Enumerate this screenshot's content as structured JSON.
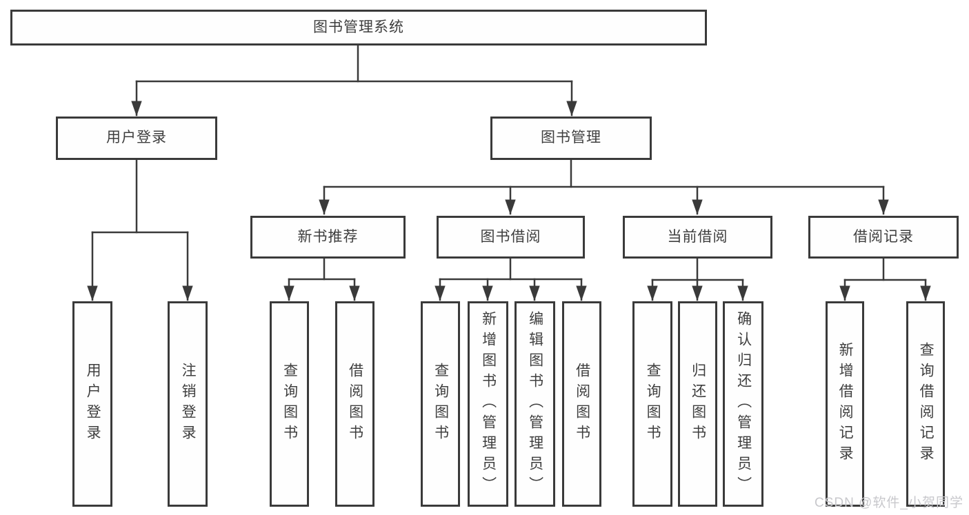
{
  "diagram": {
    "title_note": "functional structure chart",
    "line_color": "#3a3a3a",
    "text_color": "#3e3e3e",
    "box_background": "#fefefe",
    "root": {
      "label": "图书管理系统"
    },
    "level1": {
      "user_login": {
        "label": "用户登录"
      },
      "book_mgmt": {
        "label": "图书管理"
      }
    },
    "level2": {
      "new_book_rec": {
        "label": "新书推荐"
      },
      "book_borrow": {
        "label": "图书借阅"
      },
      "current_borrow": {
        "label": "当前借阅"
      },
      "borrow_records": {
        "label": "借阅记录"
      }
    },
    "leaves": {
      "user_login": [
        "用户登录",
        "注销登录"
      ],
      "new_book_rec": [
        "查询图书",
        "借阅图书"
      ],
      "book_borrow": [
        "查询图书",
        "新增图书（管理员）",
        "编辑图书（管理员）",
        "借阅图书"
      ],
      "current_borrow": [
        "查询图书",
        "归还图书",
        "确认归还（管理员）"
      ],
      "borrow_records": [
        "新增借阅记录",
        "查询借阅记录"
      ]
    }
  },
  "watermark": {
    "text": "CSDN @软件_小贺同学",
    "color": "#c8c8cc"
  }
}
